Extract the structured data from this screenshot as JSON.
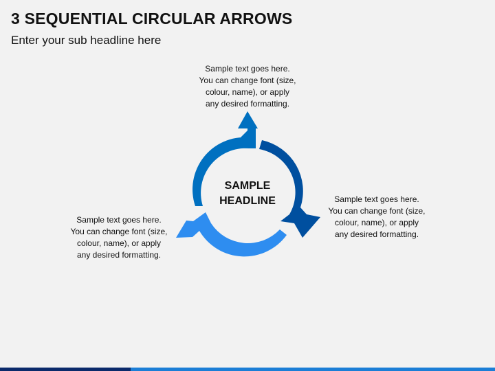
{
  "slide": {
    "title": "3 SEQUENTIAL CIRCULAR ARROWS",
    "subtitle": "Enter your sub headline here"
  },
  "center": {
    "line1": "SAMPLE",
    "line2": "HEADLINE"
  },
  "notes": {
    "top": [
      "Sample text goes here.",
      "You can change font (size,",
      "colour, name), or apply",
      "any desired formatting."
    ],
    "right": [
      "Sample text goes here.",
      "You can change font (size,",
      "colour, name), or apply",
      "any desired formatting."
    ],
    "left": [
      "Sample text goes here.",
      "You can change font (size,",
      "colour, name), or apply",
      "any desired formatting."
    ]
  },
  "colors": {
    "arrow_top": "#0070c0",
    "arrow_right": "#004f9f",
    "arrow_left": "#2e8df0",
    "background": "#f2f2f2",
    "bar_dark": "#0b2a6b",
    "bar_light": "#1c7ed6"
  }
}
